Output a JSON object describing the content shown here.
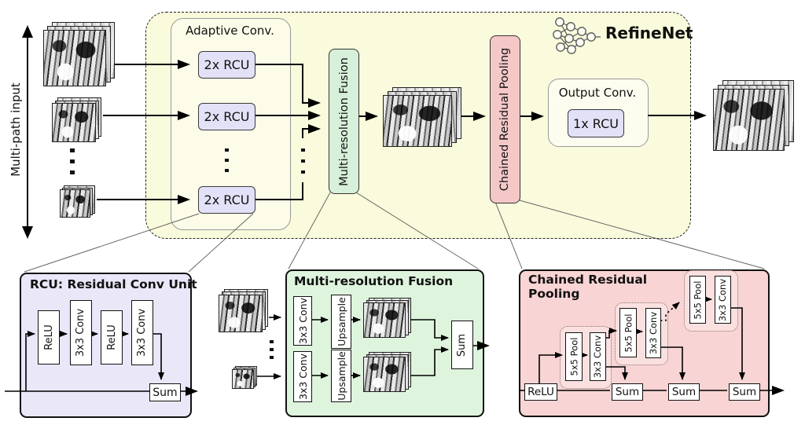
{
  "colors": {
    "refinenet_bg": "#fafadc",
    "rcu_block_bg": "#e3e1f7",
    "rcu_detail_bg": "#e9e7f8",
    "fusion_bg": "#d7f0d9",
    "fusion_detail_bg": "#def4dd",
    "crp_bg": "#f5c8c8",
    "crp_detail_bg": "#f9d4d4"
  },
  "left_panel": {
    "multipath_label": "Multi-path input"
  },
  "refinenet": {
    "title": "RefineNet",
    "icon": "neural-network-icon",
    "adaptive_conv": {
      "title": "Adaptive Conv.",
      "blocks": [
        "2x RCU",
        "2x RCU",
        "2x RCU"
      ]
    },
    "fusion_label": "Multi-resolution Fusion",
    "crp_label": "Chained Residual Pooling",
    "output_conv": {
      "title": "Output Conv.",
      "block": "1x RCU"
    }
  },
  "rcu_detail": {
    "title": "RCU: Residual Conv Unit",
    "blocks": [
      "ReLU",
      "3x3 Conv",
      "ReLU",
      "3x3 Conv"
    ],
    "sum_label": "Sum"
  },
  "fusion_detail": {
    "title": "Multi-resolution Fusion",
    "rows": [
      {
        "conv": "3x3 Conv",
        "upsample": "Upsample"
      },
      {
        "conv": "3x3 Conv",
        "upsample": "Upsample"
      }
    ],
    "sum_label": "Sum"
  },
  "crp_detail": {
    "title": "Chained Residual Pooling",
    "relu_label": "ReLU",
    "groups": [
      {
        "pool": "5x5 Pool",
        "conv": "3x3 Conv"
      },
      {
        "pool": "5x5 Pool",
        "conv": "3x3 Conv"
      },
      {
        "pool": "5x5 Pool",
        "conv": "3x3 Conv"
      }
    ],
    "sum_labels": [
      "Sum",
      "Sum",
      "Sum"
    ]
  }
}
